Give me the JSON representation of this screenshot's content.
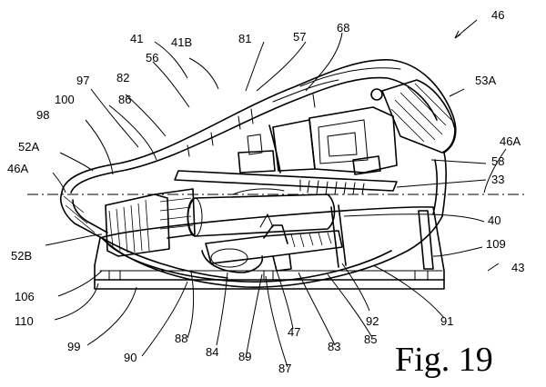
{
  "figure": {
    "caption": "Fig. 19"
  },
  "labels": {
    "l46": "46",
    "l41": "41",
    "l41B": "41B",
    "l81": "81",
    "l57": "57",
    "l68": "68",
    "l56": "56",
    "l97": "97",
    "l82": "82",
    "l53A": "53A",
    "l100": "100",
    "l86": "86",
    "l98": "98",
    "l52A": "52A",
    "l46A_left": "46A",
    "l46A_right": "46A",
    "l58": "58",
    "l33": "33",
    "l40": "40",
    "l52B": "52B",
    "l109": "109",
    "l43": "43",
    "l106": "106",
    "l110": "110",
    "l92": "92",
    "l91": "91",
    "l88": "88",
    "l47": "47",
    "l99": "99",
    "l85": "85",
    "l90": "90",
    "l84": "84",
    "l89": "89",
    "l83": "83",
    "l87": "87"
  }
}
